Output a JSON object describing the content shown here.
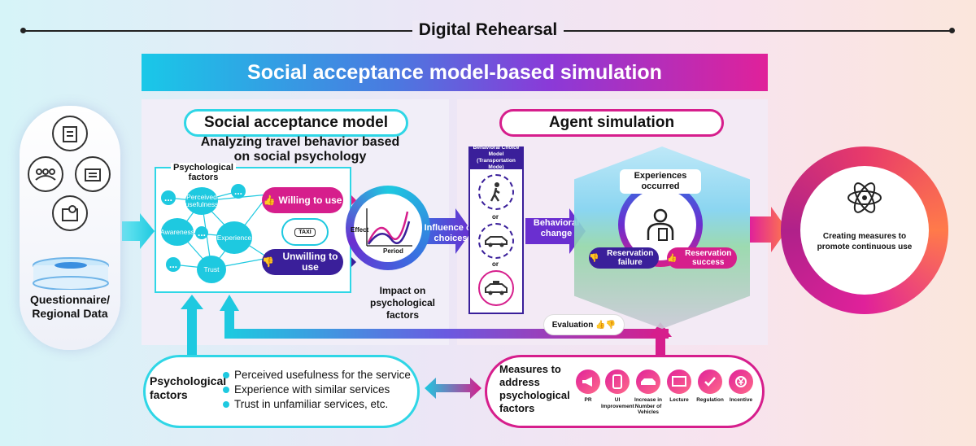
{
  "header": {
    "title": "Digital Rehearsal"
  },
  "banner": {
    "title": "Social acceptance model-based simulation"
  },
  "left_column": {
    "data_label": "Questionnaire/ Regional Data"
  },
  "social_model": {
    "pill": "Social acceptance model",
    "subtitle": "Analyzing travel behavior based on social psychology",
    "network_title": "Psychological factors",
    "nodes": {
      "usefulness": "Perceived usefulness",
      "awareness": "Awareness",
      "experience": "Experience",
      "trust": "Trust",
      "dots": "..."
    },
    "willing": "Willing to use",
    "unwilling": "Unwilling to use",
    "taxi": "TAXI",
    "effect": "Effect",
    "period": "Period",
    "impact": "Impact on psychological factors",
    "influence": "Influence on choices"
  },
  "agent": {
    "pill": "Agent simulation",
    "bcm_title": "Behavioral Choice Model (Transportation Mode)",
    "or": "or",
    "behavioral_change": "Behavioral change",
    "experiences": "Experiences occurred",
    "res_fail": "Reservation failure",
    "res_success": "Reservation success",
    "evaluation": "Evaluation"
  },
  "goal": {
    "label": "Creating measures to promote continuous use"
  },
  "psych_box": {
    "title": "Psychological factors",
    "items": [
      "Perceived usefulness for the service",
      "Experience with similar services",
      "Trust in unfamiliar services, etc."
    ]
  },
  "measures": {
    "title": "Measures to address psychological factors",
    "items": [
      "PR",
      "UI Improvement",
      "Increase in Number of Vehicles",
      "Lecture",
      "Regulation",
      "Incentive"
    ]
  },
  "colors": {
    "cyan": "#1ec9e0",
    "magenta": "#d61e8c",
    "indigo": "#3a1f9a"
  }
}
